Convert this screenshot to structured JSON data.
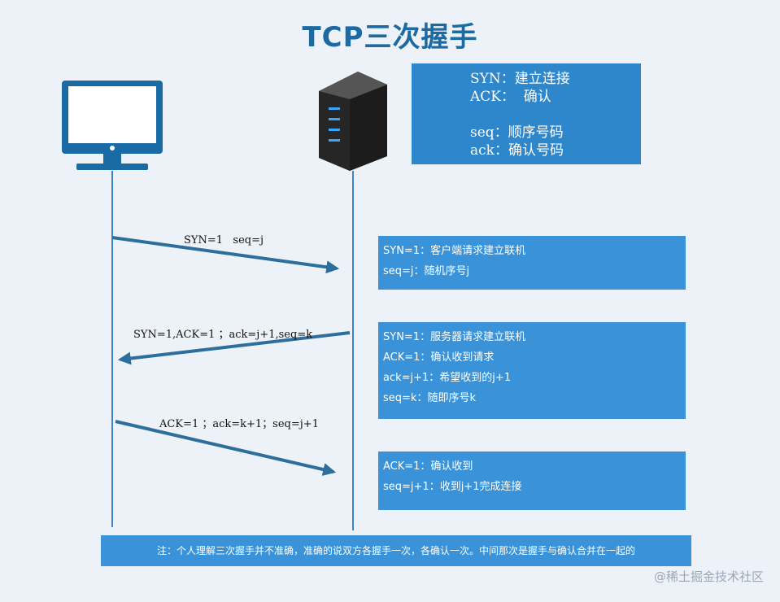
{
  "title": "TCP三次握手",
  "legend": {
    "line1": "SYN：建立连接",
    "line2": "ACK：  确认",
    "line3": "seq：顺序号码",
    "line4": "ack：确认号码"
  },
  "messages": {
    "m1": "SYN=1   seq=j",
    "m2": "SYN=1,ACK=1 ；ack=j+1,seq=k",
    "m3": "ACK=1 ；ack=k+1；seq=j+1"
  },
  "notes": {
    "n1": [
      "SYN=1：客户端请求建立联机",
      "seq=j：随机序号j"
    ],
    "n2": [
      "SYN=1：服务器请求建立联机",
      "ACK=1：确认收到请求",
      "ack=j+1：希望收到的j+1",
      "seq=k：随即序号k"
    ],
    "n3": [
      "ACK=1：确认收到",
      "seq=j+1：收到j+1完成连接"
    ]
  },
  "footnote": "注：个人理解三次握手并不准确，准确的说双方各握手一次，各确认一次。中间那次是握手与确认合并在一起的",
  "watermark": "@稀土掘金技术社区",
  "colors": {
    "accent": "#2e86cb",
    "note": "#3a93d8",
    "arrow": "#2c6e9c",
    "title": "#1d6aa3",
    "monitor": "#1a6aa6",
    "server": "#2b2b2b"
  },
  "icons": {
    "client": "monitor-icon",
    "server": "server-icon"
  }
}
